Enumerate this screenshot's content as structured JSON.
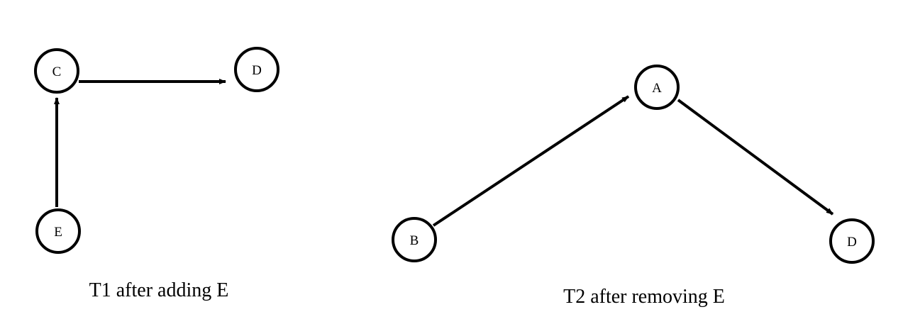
{
  "diagrams": [
    {
      "caption": "T1 after adding E",
      "nodes": [
        {
          "id": "C",
          "label": "C"
        },
        {
          "id": "D",
          "label": "D"
        },
        {
          "id": "E",
          "label": "E"
        }
      ],
      "edges": [
        {
          "from": "C",
          "to": "D"
        },
        {
          "from": "E",
          "to": "C"
        }
      ]
    },
    {
      "caption": "T2 after removing E",
      "nodes": [
        {
          "id": "A",
          "label": "A"
        },
        {
          "id": "B",
          "label": "B"
        },
        {
          "id": "D",
          "label": "D"
        }
      ],
      "edges": [
        {
          "from": "B",
          "to": "A"
        },
        {
          "from": "A",
          "to": "D"
        }
      ]
    }
  ]
}
